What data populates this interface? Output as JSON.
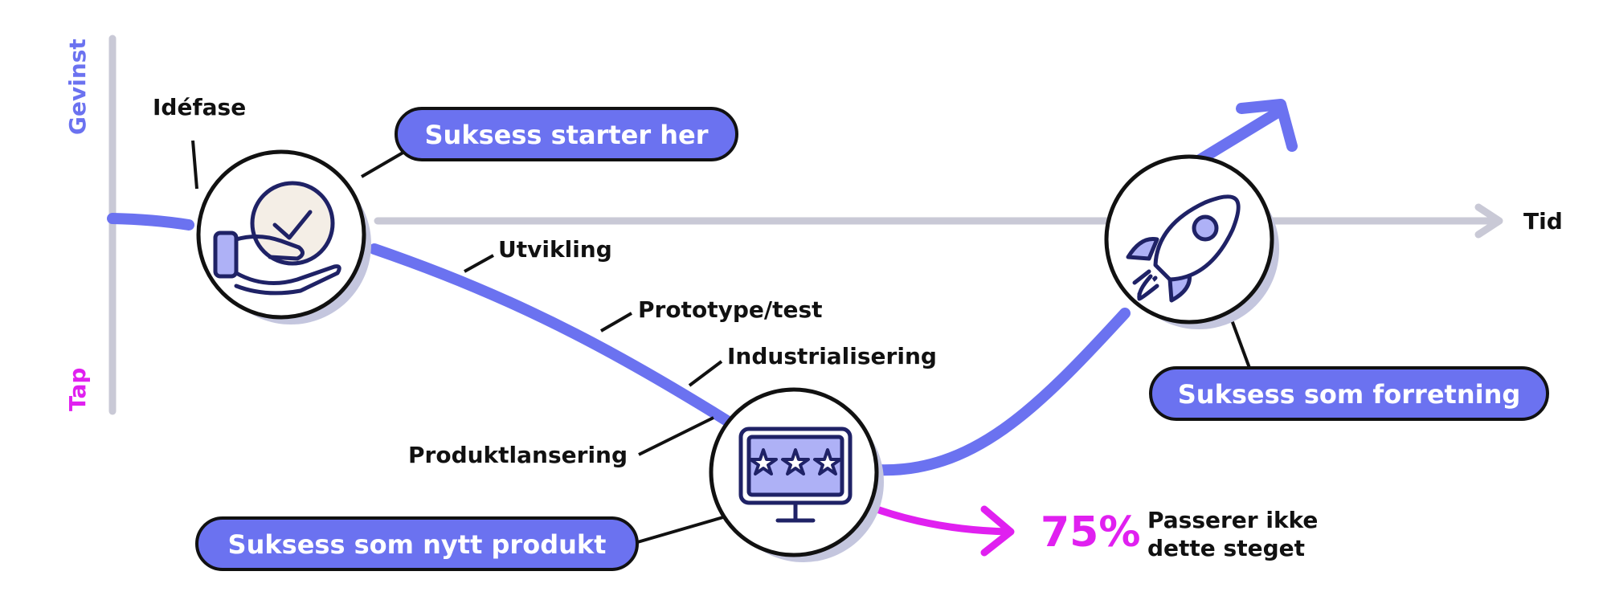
{
  "colors": {
    "curve": "#6b72f0",
    "axis": "#c9c9d6",
    "magenta": "#e020f0",
    "ink": "#1f2266",
    "pill": "#6b72f0",
    "shadow": "#c4c6de"
  },
  "axis": {
    "y_top_label": "Gevinst",
    "y_bottom_label": "Tap",
    "x_label": "Tid"
  },
  "stages": {
    "idefase": "Idéfase",
    "utvikling": "Utvikling",
    "prototype": "Prototype/test",
    "industrialisering": "Industrialisering",
    "produktlansering": "Produktlansering"
  },
  "callouts": {
    "start": "Suksess starter her",
    "product": "Suksess som nytt produkt",
    "business": "Suksess som forretning"
  },
  "failure": {
    "percent": "75%",
    "line1": "Passerer ikke",
    "line2": "dette steget"
  },
  "icons": {
    "start": "hand-check-icon",
    "product": "monitor-stars-icon",
    "business": "rocket-icon"
  }
}
